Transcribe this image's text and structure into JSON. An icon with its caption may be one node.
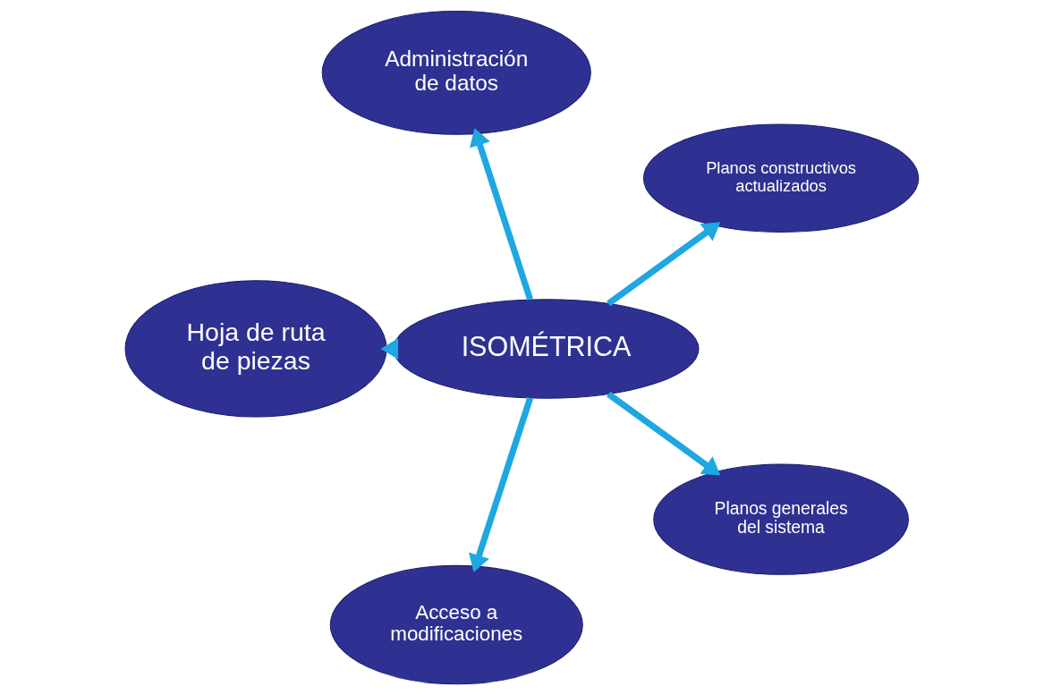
{
  "diagram": {
    "nodes": [
      {
        "text": [
          "ISOMÉTRICA"
        ]
      },
      {
        "text": [
          "Planos constructivos actualizados"
        ]
      },
      {
        "text": [
          "Administración de datos"
        ]
      },
      {
        "text": [
          "Hoja de ruta de piezas"
        ]
      },
      {
        "text": [
          "Acceso a modificaciones"
        ]
      },
      {
        "text": [
          "Planos generales del sistema"
        ]
      }
    ],
    "edges": [
      {
        "from": 0,
        "to": 1,
        "arrow": "to"
      },
      {
        "from": 0,
        "to": 2,
        "arrow": "to"
      },
      {
        "from": 0,
        "to": 3,
        "arrow": "to"
      },
      {
        "from": 0,
        "to": 4,
        "arrow": "to"
      },
      {
        "from": 0,
        "to": 5,
        "arrow": "to"
      }
    ]
  }
}
